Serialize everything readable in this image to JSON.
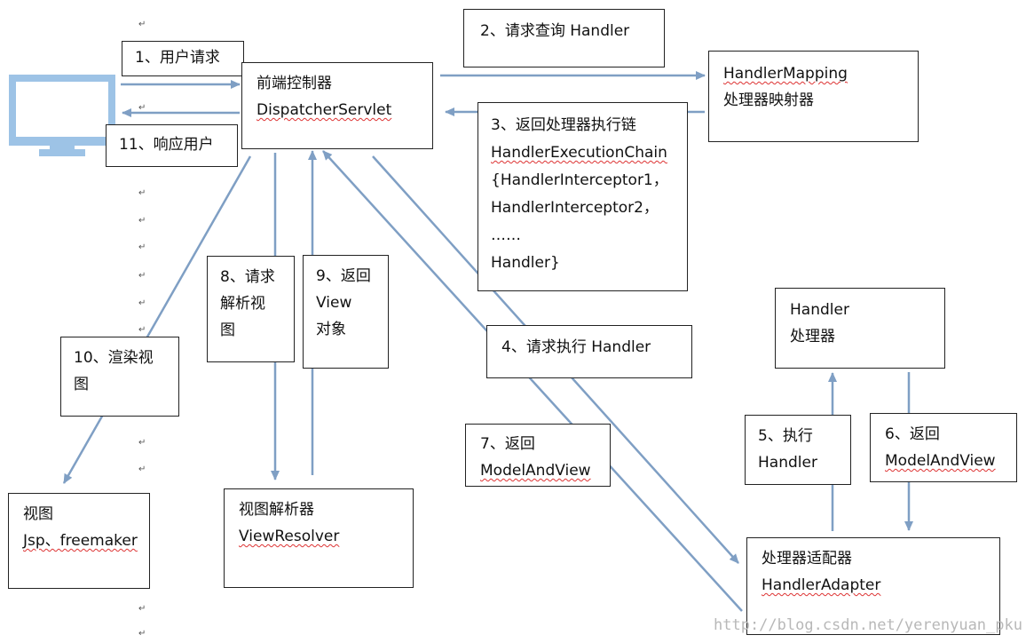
{
  "boxes": {
    "user_request": [
      "1、用户请求"
    ],
    "dispatcher": [
      "前端控制器",
      "DispatcherServlet"
    ],
    "query_handler": [
      "2、请求查询 Handler"
    ],
    "handler_mapping": [
      "HandlerMapping",
      "处理器映射器"
    ],
    "return_chain": [
      "3、返回处理器执行链",
      "HandlerExecutionChain",
      "{HandlerInterceptor1，",
      "HandlerInterceptor2，",
      "……",
      "Handler}"
    ],
    "respond_user": [
      "11、响应用户"
    ],
    "resolve_view": [
      "8、请求",
      "解析视",
      "图"
    ],
    "return_view": [
      "9、返回",
      "View",
      "对象"
    ],
    "render_view": [
      "10、渲染视",
      "图"
    ],
    "execute_handler": [
      "4、请求执行 Handler"
    ],
    "handler": [
      "Handler",
      "处理器"
    ],
    "execute": [
      "5、执行",
      "Handler"
    ],
    "return_mav": [
      "6、返回",
      "ModelAndView"
    ],
    "return_mav7": [
      "7、返回",
      "ModelAndView"
    ],
    "view": [
      "视图",
      "Jsp、freemaker"
    ],
    "view_resolver": [
      "视图解析器",
      "ViewResolver"
    ],
    "handler_adapter": [
      "处理器适配器",
      "HandlerAdapter"
    ]
  },
  "watermark": "http://blog.csdn.net/yerenyuan_pku",
  "colors": {
    "arrow": "#7f9fc4",
    "monitor": "#9dc3e6",
    "border": "#222222",
    "squiggle": "#dd3333"
  }
}
